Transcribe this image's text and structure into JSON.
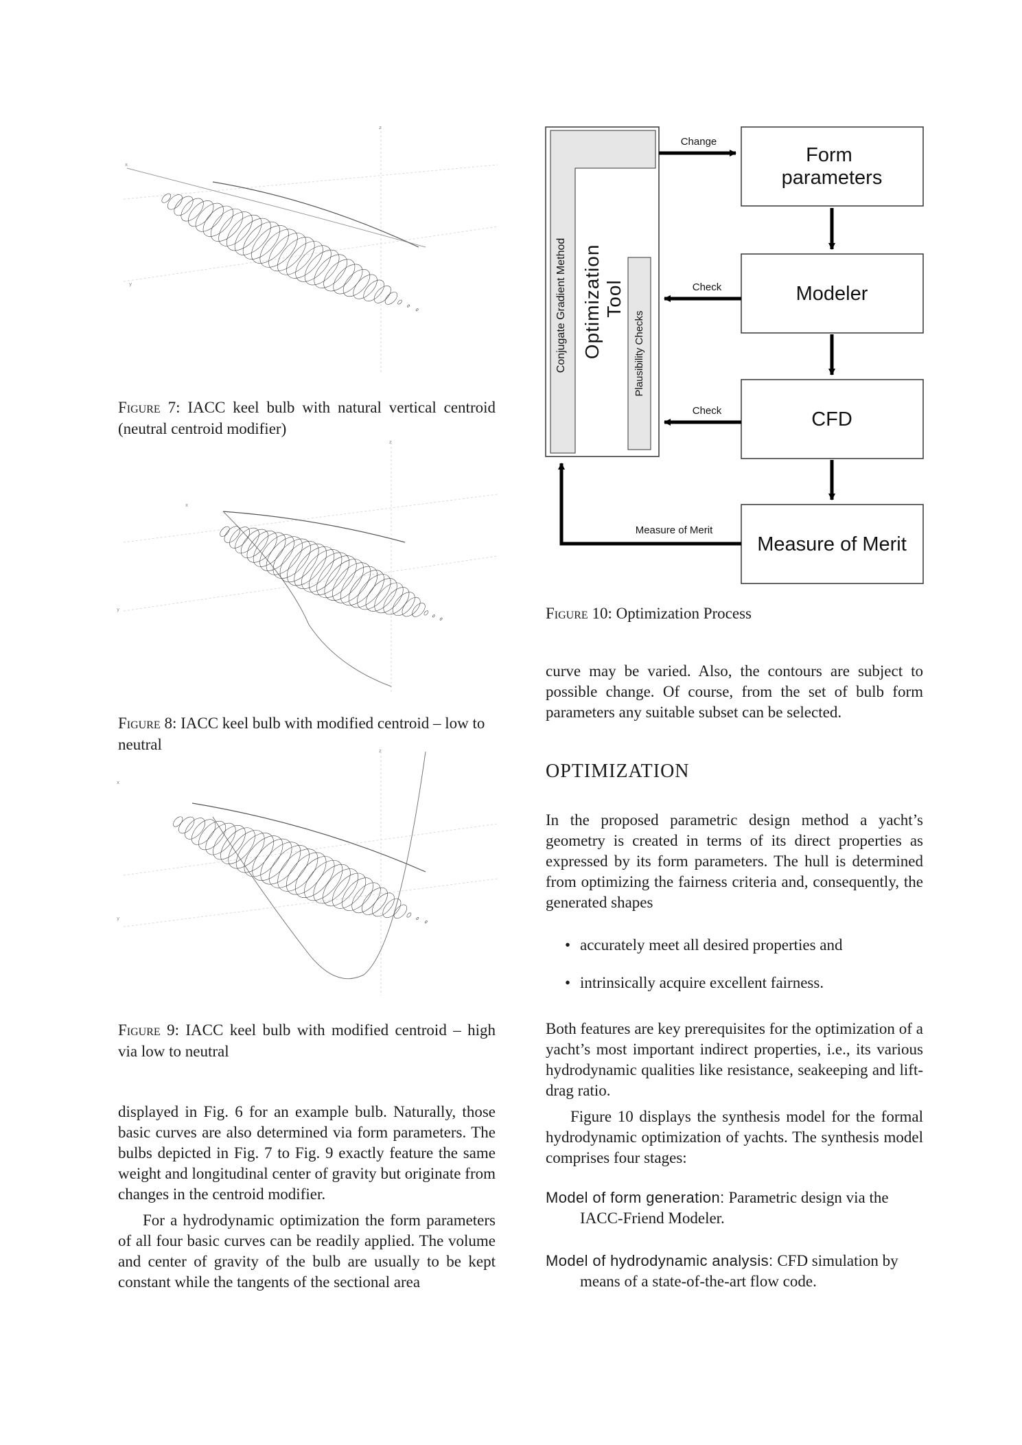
{
  "figures": {
    "fig7": {
      "label": "Figure",
      "number": "7:",
      "text": "IACC keel bulb with natural vertical centroid (neutral centroid modifier)"
    },
    "fig8": {
      "label": "Figure",
      "number": "8:",
      "text": "IACC keel bulb with modified centroid – low to neutral"
    },
    "fig9": {
      "label": "Figure",
      "number": "9:",
      "text": "IACC keel bulb with modified centroid – high via low to neutral"
    },
    "fig10": {
      "label": "Figure",
      "number": "10:",
      "text": "Optimization Process"
    },
    "axes": {
      "x": "x",
      "y": "y",
      "z": "z"
    }
  },
  "diagram": {
    "optimization_tool": "Optimization Tool",
    "conjugate_gradient": "Conjugate Gradient Method",
    "plausibility_checks": "Plausibility Checks",
    "form_parameters": "Form parameters",
    "modeler": "Modeler",
    "cfd": "CFD",
    "measure_of_merit": "Measure of Merit",
    "arrow_change": "Change",
    "arrow_check_1": "Check",
    "arrow_check_2": "Check",
    "arrow_measure": "Measure of Merit"
  },
  "left_column": {
    "para1": "displayed in Fig. 6 for an example bulb. Naturally, those basic curves are also determined via form parameters. The bulbs depicted in Fig. 7 to Fig. 9 exactly feature the same weight and longitudinal center of gravity but originate from changes in the centroid modifier.",
    "para2": "For a hydrodynamic optimization the form parameters of all four basic curves can be readily applied. The volume and center of gravity of the bulb are usually to be kept constant while the tangents of the sectional area"
  },
  "right_column": {
    "para_cont": "curve may be varied. Also, the contours are subject to possible change. Of course, from the set of bulb form parameters any suitable subset can be selected.",
    "section_title": "OPTIMIZATION",
    "para1": "In the proposed parametric design method a yacht’s geometry is created in terms of its direct properties as expressed by its form parameters. The hull is determined from optimizing the fairness criteria and, consequently, the generated shapes",
    "bullets": [
      "accurately meet all desired properties and",
      "intrinsically acquire excellent fairness."
    ],
    "para2": "Both features are key prerequisites for the optimization of a yacht’s most important indirect properties, i.e., its various hydrodynamic qualities like resistance, seakeeping and lift-drag ratio.",
    "para3": "Figure 10 displays the synthesis model for the formal hydrodynamic optimization of yachts. The synthesis model comprises four stages:",
    "definitions": [
      {
        "term": "Model of form generation:",
        "desc": "Parametric design via the IACC-Friend Modeler."
      },
      {
        "term": "Model of hydrodynamic analysis:",
        "desc": "CFD simulation by means of a state-of-the-art flow code."
      }
    ]
  }
}
